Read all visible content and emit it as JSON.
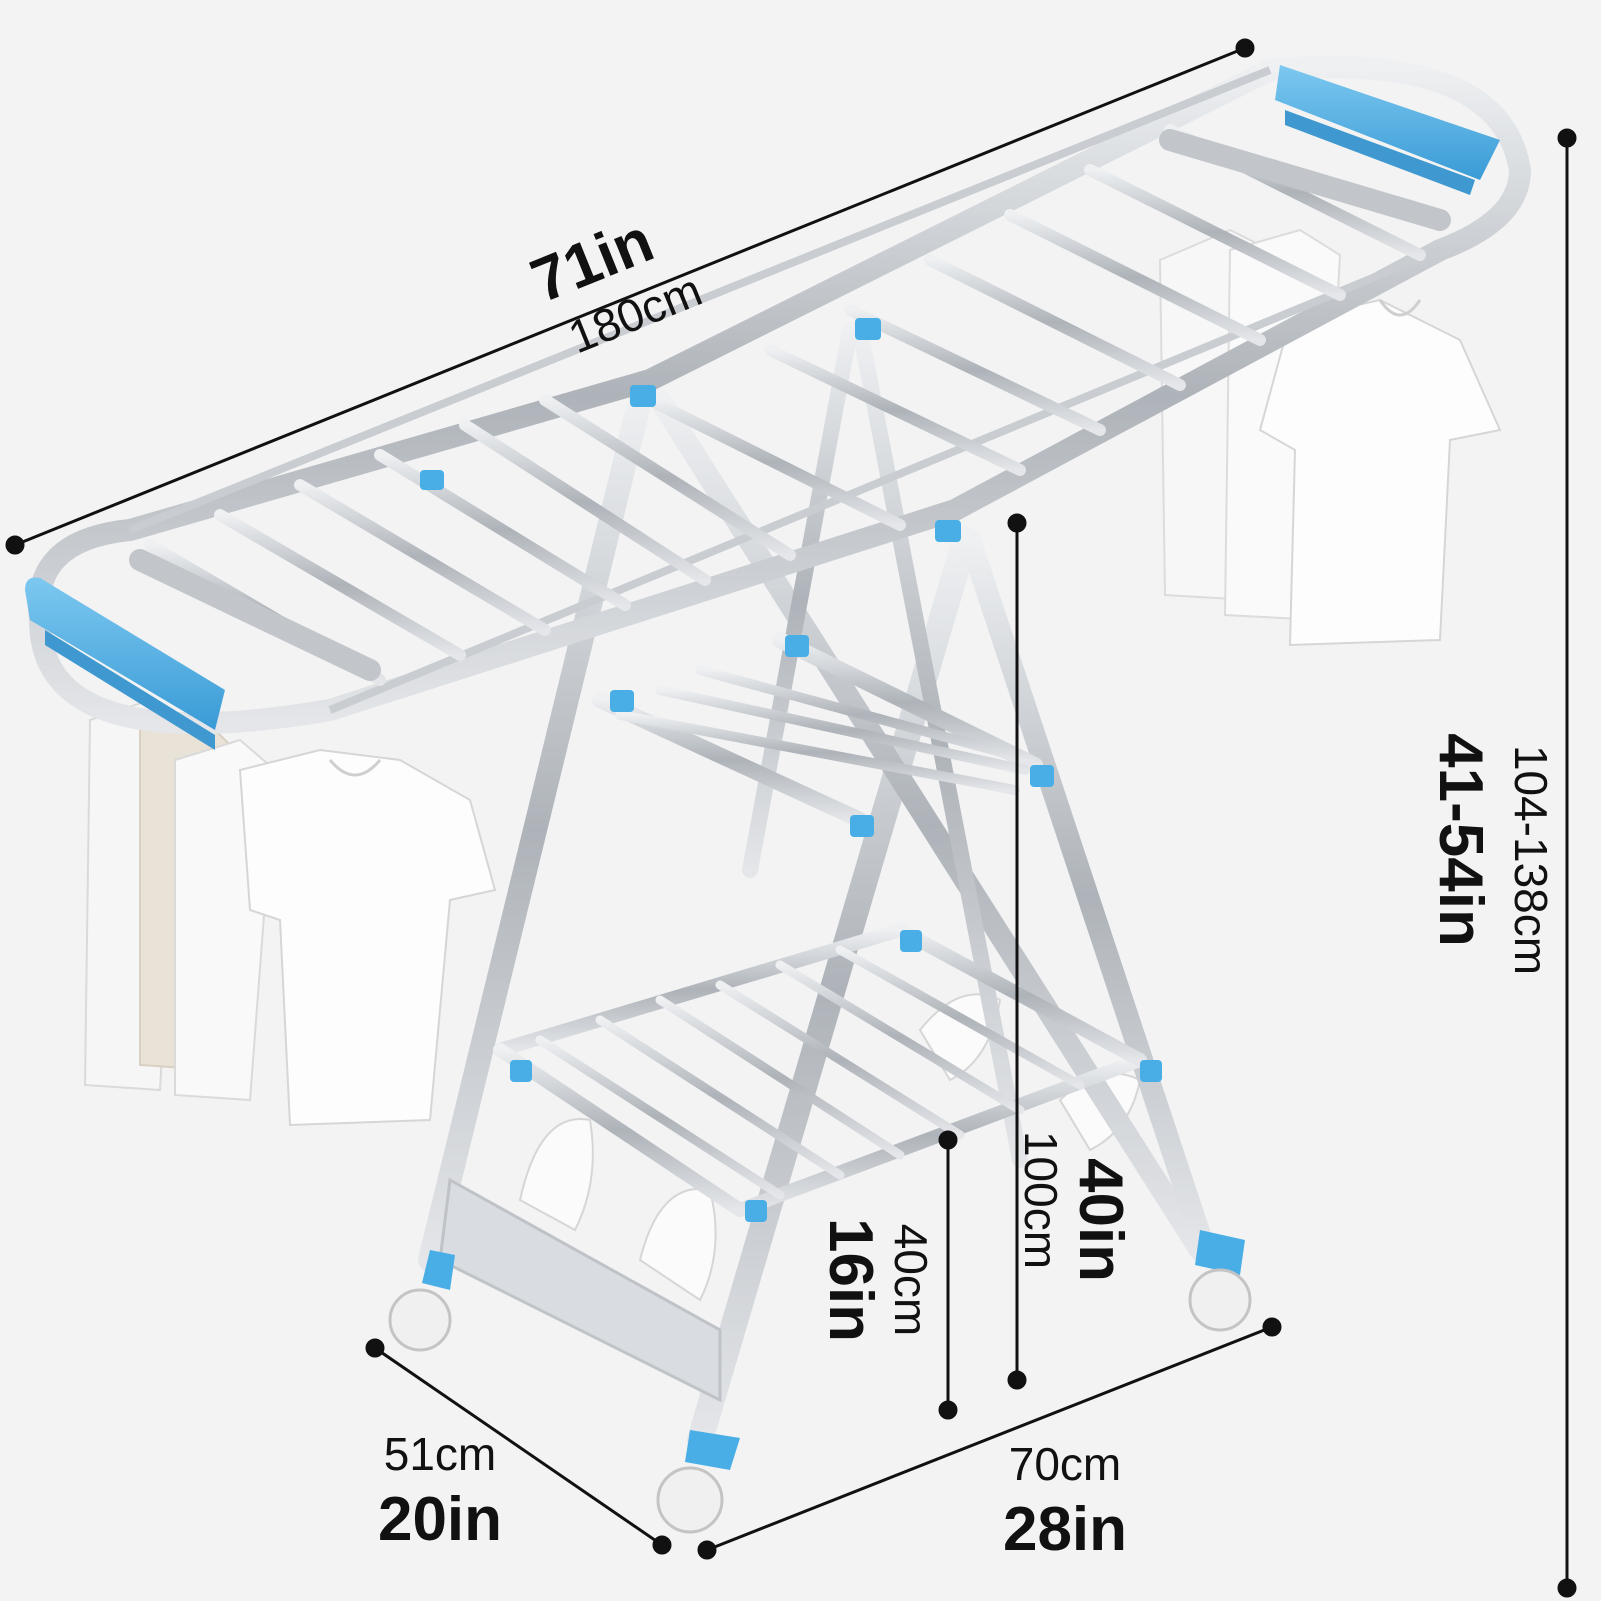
{
  "dimensions": {
    "length": {
      "imperial": "71in",
      "metric": "180cm"
    },
    "height": {
      "imperial": "41-54in",
      "metric": "104-138cm"
    },
    "rack_height": {
      "imperial": "40in",
      "metric": "100cm"
    },
    "shelf_height": {
      "imperial": "16in",
      "metric": "40cm"
    },
    "depth": {
      "imperial": "20in",
      "metric": "51cm"
    },
    "width": {
      "imperial": "28in",
      "metric": "70cm"
    }
  },
  "colors": {
    "background": "#f3f3f3",
    "steel": "#b9bdc2",
    "steel_dark": "#8a8f96",
    "accent_blue": "#4aaee6",
    "clothes": "#fbfbfb",
    "dimension_line": "#111111"
  }
}
